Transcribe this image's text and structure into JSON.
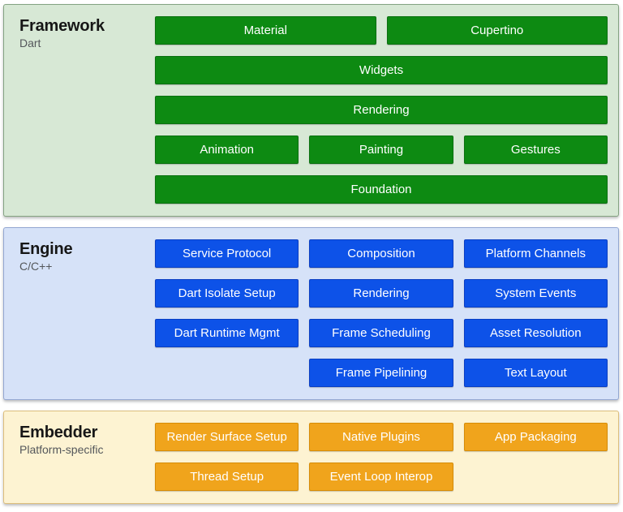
{
  "layers": {
    "framework": {
      "title": "Framework",
      "subtitle": "Dart",
      "boxes": {
        "material": "Material",
        "cupertino": "Cupertino",
        "widgets": "Widgets",
        "rendering": "Rendering",
        "animation": "Animation",
        "painting": "Painting",
        "gestures": "Gestures",
        "foundation": "Foundation"
      }
    },
    "engine": {
      "title": "Engine",
      "subtitle": "C/C++",
      "boxes": {
        "service_protocol": "Service Protocol",
        "composition": "Composition",
        "platform_channels": "Platform Channels",
        "dart_isolate_setup": "Dart Isolate Setup",
        "rendering": "Rendering",
        "system_events": "System Events",
        "dart_runtime_mgmt": "Dart Runtime Mgmt",
        "frame_scheduling": "Frame Scheduling",
        "asset_resolution": "Asset Resolution",
        "frame_pipelining": "Frame Pipelining",
        "text_layout": "Text Layout"
      }
    },
    "embedder": {
      "title": "Embedder",
      "subtitle": "Platform-specific",
      "boxes": {
        "render_surface_setup": "Render Surface Setup",
        "native_plugins": "Native Plugins",
        "app_packaging": "App Packaging",
        "thread_setup": "Thread Setup",
        "event_loop_interop": "Event Loop Interop"
      }
    }
  },
  "colors": {
    "framework_panel_bg": "#d7e8d5",
    "framework_box": "#0d8a12",
    "engine_panel_bg": "#d6e2f8",
    "engine_box": "#0d52e8",
    "embedder_panel_bg": "#fdf3d2",
    "embedder_box": "#f0a41c",
    "box_text": "#ffffff"
  }
}
